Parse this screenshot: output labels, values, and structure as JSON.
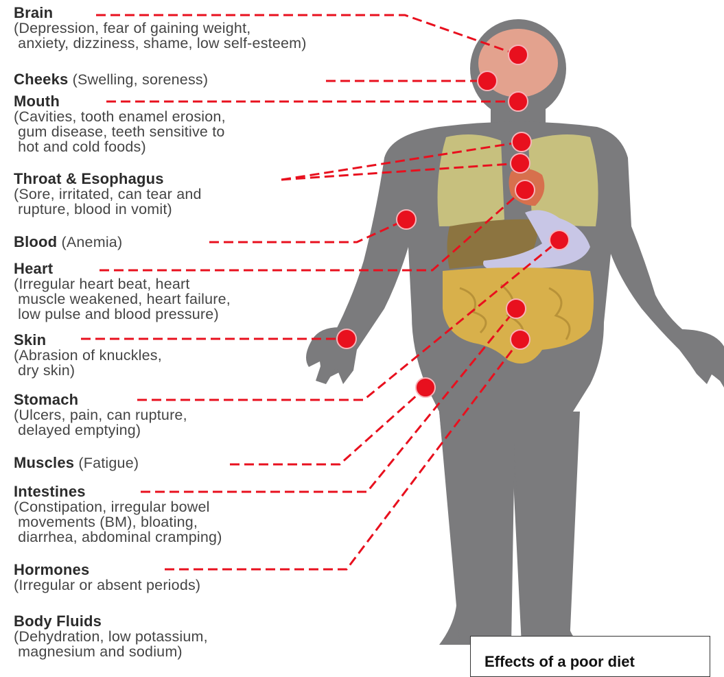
{
  "labels": [
    {
      "title": "Brain",
      "desc": "(Depression, fear of gaining weight,\n anxiety, dizziness, shame, low self-esteem)"
    },
    {
      "title": "Cheeks",
      "desc": " (Swelling, soreness)"
    },
    {
      "title": "Mouth",
      "desc": "(Cavities, tooth enamel erosion,\n gum disease, teeth sensitive to\n hot and cold foods)"
    },
    {
      "title": "Throat & Esophagus",
      "desc": "(Sore, irritated, can tear and\n rupture, blood in vomit)"
    },
    {
      "title": "Blood",
      "desc": " (Anemia)"
    },
    {
      "title": "Heart",
      "desc": "(Irregular heart beat, heart\n muscle weakened, heart failure,\n low pulse and blood pressure)"
    },
    {
      "title": "Skin",
      "desc": "(Abrasion of knuckles,\n dry skin)"
    },
    {
      "title": "Stomach",
      "desc": "(Ulcers, pain, can rupture,\n delayed emptying)"
    },
    {
      "title": "Muscles",
      "desc": " (Fatigue)"
    },
    {
      "title": "Intestines",
      "desc": "(Constipation, irregular bowel\n movements (BM), bloating,\n diarrhea, abdominal cramping)"
    },
    {
      "title": "Hormones",
      "desc": "(Irregular or absent periods)"
    },
    {
      "title": "Body Fluids",
      "desc": "(Dehydration, low potassium,\n magnesium and sodium)"
    }
  ],
  "caption": "Effects of a poor diet",
  "colors": {
    "body": "#7b7b7d",
    "brain": "#e3a28e",
    "lungs": "#c7c07e",
    "liver": "#8c7440",
    "stomach": "#c8c6e6",
    "intestines": "#d8b04b",
    "marker": "#e8101e",
    "leader": "#e8101e"
  }
}
